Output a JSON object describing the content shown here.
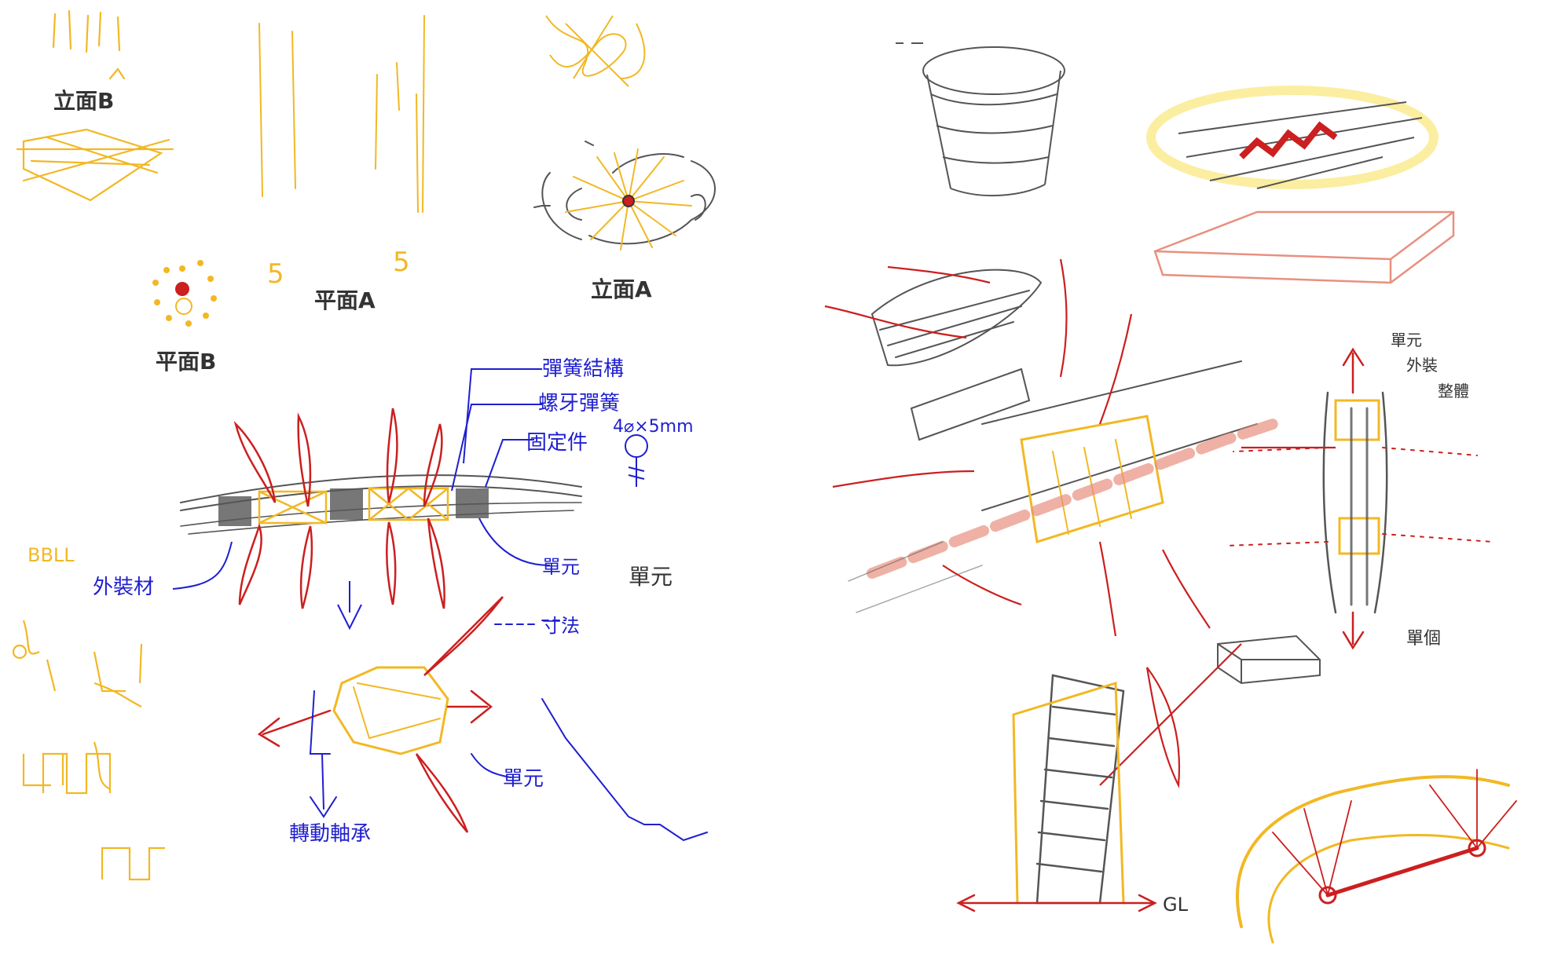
{
  "colors": {
    "yellow": "#f2b824",
    "red": "#cc1f1f",
    "blue": "#1f1fd0",
    "gray": "#555555",
    "salmon": "#e8907f"
  },
  "labels": {
    "elev_b": "立面B",
    "plan_a": "平面A",
    "plan_b": "平面B",
    "elev_a": "立面A",
    "spring_struct": "彈簧結構",
    "nut_spring": "螺牙彈簧",
    "nut_size": "4⌀×5mm",
    "fixing_part": "固定件",
    "exterior_material": "外裝材",
    "unit_1": "單元",
    "unit_2": "單元",
    "bearing_part": "寸法",
    "unit_3": "單元",
    "rotation_axis": "轉動軸承",
    "right_unit": "單元",
    "right_exterior": "外裝",
    "right_ref": "整體",
    "right_single": "單個",
    "ground": "GL",
    "yellow_note_1": "BBLL",
    "yellow_note_5a": "5",
    "yellow_note_5b": "5"
  }
}
